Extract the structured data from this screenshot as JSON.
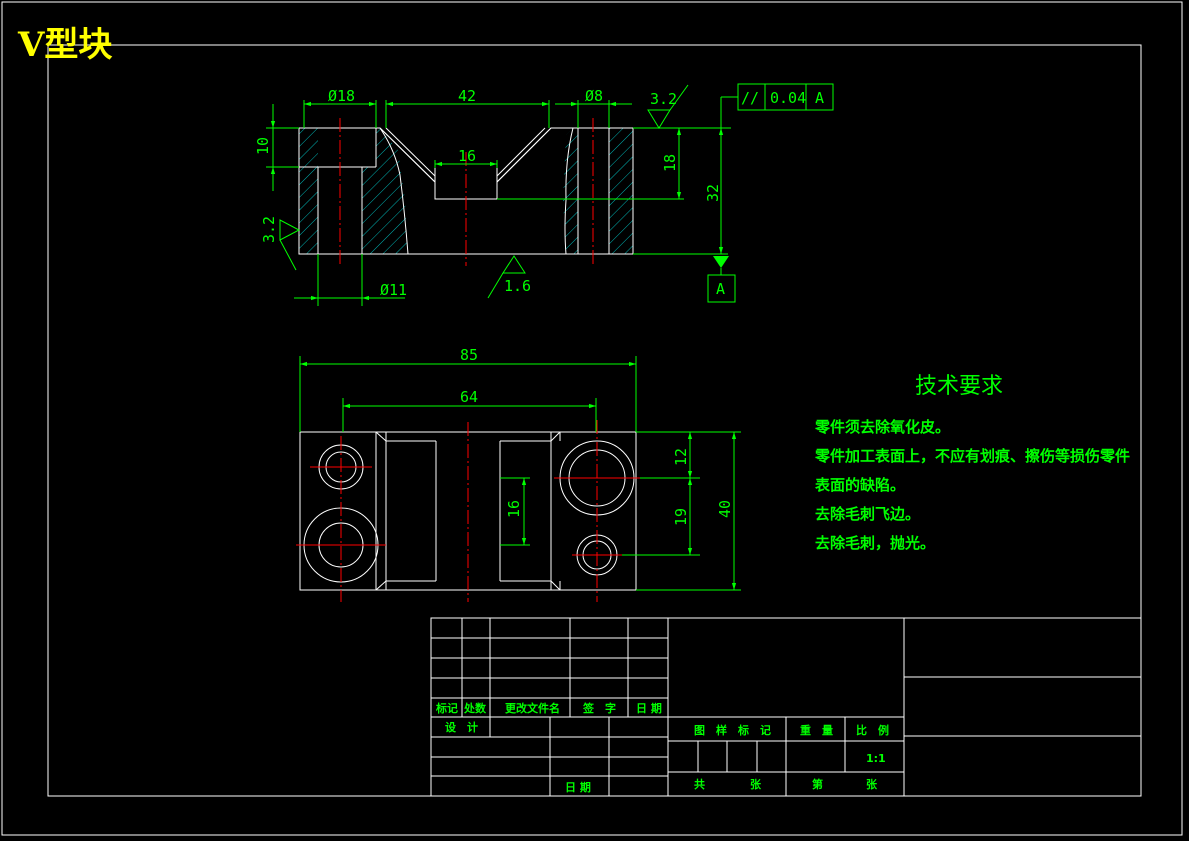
{
  "title": "V型块",
  "front_view": {
    "dims": {
      "d18": "Ø18",
      "d42": "42",
      "d8": "Ø8",
      "d10": "10",
      "d16": "16",
      "d18v": "18",
      "d32": "32",
      "d11": "Ø11"
    },
    "roughness": {
      "top": "3.2",
      "left": "3.2",
      "bottom": "1.6"
    },
    "tolerance": {
      "symbol": "//",
      "value": "0.04",
      "datum": "A"
    },
    "datum_label": "A"
  },
  "top_view": {
    "dims": {
      "d85": "85",
      "d64": "64",
      "d12": "12",
      "d16": "16",
      "d19": "19",
      "d40": "40"
    }
  },
  "requirements": {
    "heading": "技术要求",
    "lines": [
      "零件须去除氧化皮。",
      "零件加工表面上，不应有划痕、擦伤等损伤零件",
      "表面的缺陷。",
      "去除毛刺飞边。",
      "去除毛刺，抛光。"
    ]
  },
  "title_block": {
    "mark": "标记",
    "count": "处数",
    "change_doc": "更改文件名",
    "signature": "签　字",
    "date": "日 期",
    "design": "设　计",
    "date2": "日 期",
    "drawing_mark": "图　样　标　记",
    "weight": "重　量",
    "scale": "比　例",
    "scale_value": "1:1",
    "total": "共",
    "sheets1": "张",
    "sheet_no": "第",
    "sheets2": "张"
  }
}
